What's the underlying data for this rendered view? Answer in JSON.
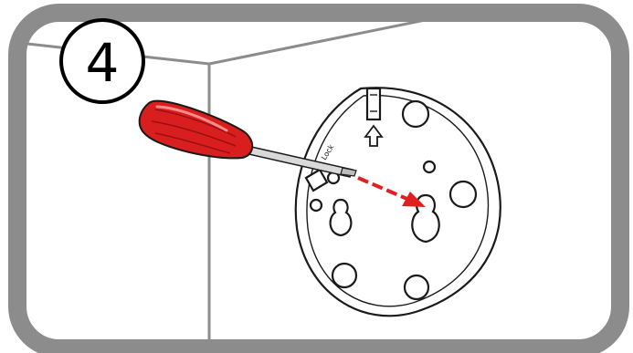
{
  "step": {
    "number": "4",
    "badge_icon": "circled-step-number"
  },
  "illustration": {
    "description_icons": [
      "wall-corner",
      "mounting-plate",
      "screwdriver",
      "direction-arrow",
      "up-arrow-mark",
      "lock-mark"
    ],
    "plate_mark_text": "Lock",
    "colors": {
      "frame": "#8c8c8c",
      "screwdriver_handle": "#d81e1e",
      "arrow": "#e02020",
      "outline": "#1a1a1a"
    }
  }
}
